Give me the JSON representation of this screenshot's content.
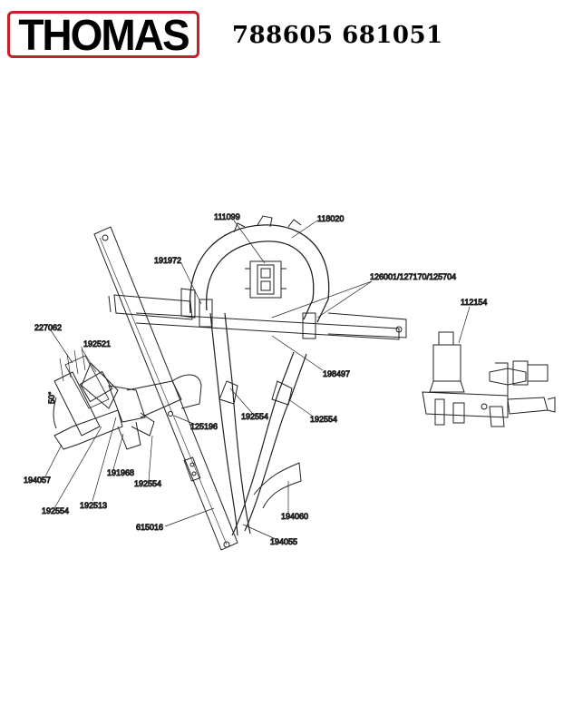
{
  "header": {
    "brand": "THOMAS",
    "part_numbers": "788605 681051",
    "brand_color": "#c8202a"
  },
  "labels": {
    "l111099": "111099",
    "l118020": "118020",
    "l191972": "191972",
    "l126001": "126001/127170/125704",
    "l112154": "112154",
    "l227062": "227062",
    "l192521": "192521",
    "l198497": "198497",
    "l50": "50°",
    "l192554a": "192554",
    "l192554b": "192554",
    "l125196": "125196",
    "l194057": "194057",
    "l191968": "191968",
    "l192554c": "192554",
    "l192554d": "192554",
    "l192513": "192513",
    "l194060": "194060",
    "l615016": "615016",
    "l194055": "194055"
  }
}
